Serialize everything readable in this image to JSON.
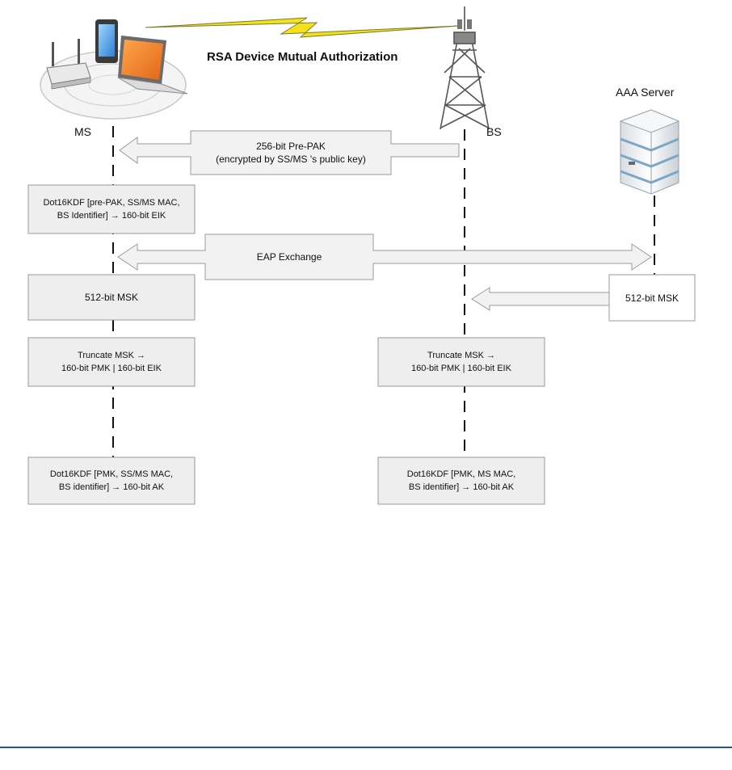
{
  "title": "RSA Device Mutual Authorization",
  "entities": {
    "ms": "MS",
    "bs": "BS",
    "aaa": "AAA Server"
  },
  "messages": {
    "pre_pak": "256-bit Pre-PAK\n(encrypted by SS/MS 's public key)",
    "eap": "EAP Exchange"
  },
  "ms_steps": {
    "eik": "Dot16KDF [pre-PAK, SS/MS MAC,\nBS Identifier] → 160-bit EIK",
    "msk": "512-bit MSK",
    "truncate": "Truncate MSK →\n160-bit PMK | 160-bit EIK",
    "ak": "Dot16KDF [PMK, SS/MS MAC,\nBS identifier] → 160-bit AK"
  },
  "bs_steps": {
    "truncate": "Truncate MSK →\n160-bit PMK | 160-bit EIK",
    "ak": "Dot16KDF [PMK, MS MAC,\nBS identifier] → 160-bit AK"
  },
  "aaa_steps": {
    "msk": "512-bit MSK"
  },
  "colors": {
    "box_fill": "#eeeeee",
    "box_stroke": "#9a9a9a",
    "arrow_fill": "#f2f2f2",
    "accent_rule": "#1f5a8c",
    "lightning": "#f3e21a"
  }
}
